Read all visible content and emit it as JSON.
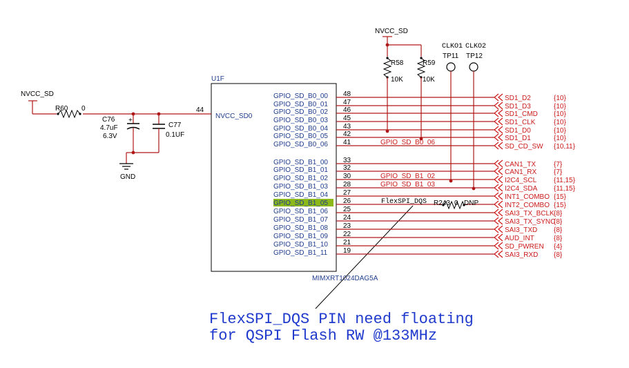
{
  "colors": {
    "wire": "#b01818",
    "ink": "#000000",
    "label": "#1f3d8f",
    "net": "#cc1a1a",
    "highlight": "#8db81a",
    "annotation": "#1f3acc"
  },
  "chip": {
    "ref": "U1F",
    "part": "MIMXRT1024DAG5A",
    "power_pin": "NVCC_SD0",
    "power_pin_num": "44"
  },
  "power": {
    "left_rail": "NVCC_SD",
    "top_rail": "NVCC_SD"
  },
  "components": {
    "r60": {
      "ref": "R60",
      "value": "0"
    },
    "c76": {
      "ref": "C76",
      "value": "4.7uF",
      "voltage": "6.3V"
    },
    "c77": {
      "ref": "C77",
      "value": "0.1UF"
    },
    "gnd": "GND",
    "r58": {
      "ref": "R58",
      "value": "10K"
    },
    "r59": {
      "ref": "R59",
      "value": "10K"
    },
    "r243": {
      "ref": "R243",
      "value": "0",
      "note": "DNP"
    },
    "tp11": {
      "ref": "TP11",
      "net": "CLKO1"
    },
    "tp12": {
      "ref": "TP12",
      "net": "CLKO2"
    }
  },
  "pins": [
    {
      "name": "GPIO_SD_B0_00",
      "num": "48",
      "net": "SD1_D2",
      "ref": "{10}"
    },
    {
      "name": "GPIO_SD_B0_01",
      "num": "47",
      "net": "SD1_D3",
      "ref": "{10}"
    },
    {
      "name": "GPIO_SD_B0_02",
      "num": "46",
      "net": "SD1_CMD",
      "ref": "{10}"
    },
    {
      "name": "GPIO_SD_B0_03",
      "num": "45",
      "net": "SD1_CLK",
      "ref": "{10}"
    },
    {
      "name": "GPIO_SD_B0_04",
      "num": "43",
      "net": "SD1_D0",
      "ref": "{10}"
    },
    {
      "name": "GPIO_SD_B0_05",
      "num": "42",
      "net": "SD1_D1",
      "ref": "{10}"
    },
    {
      "name": "GPIO_SD_B0_06",
      "num": "41",
      "net": "SD_CD_SW",
      "ref": "{10,11}",
      "wire_label": "GPIO_SD_B0_06"
    },
    {
      "name": "GPIO_SD_B1_00",
      "num": "33",
      "net": "CAN1_TX",
      "ref": "{7}"
    },
    {
      "name": "GPIO_SD_B1_01",
      "num": "32",
      "net": "CAN1_RX",
      "ref": "{7}"
    },
    {
      "name": "GPIO_SD_B1_02",
      "num": "30",
      "net": "I2C4_SCL",
      "ref": "{11,15}",
      "wire_label": "GPIO_SD_B1_02"
    },
    {
      "name": "GPIO_SD_B1_03",
      "num": "28",
      "net": "I2C4_SDA",
      "ref": "{11,15}",
      "wire_label": "GPIO_SD_B1_03"
    },
    {
      "name": "GPIO_SD_B1_04",
      "num": "27",
      "net": "INT1_COMBO",
      "ref": "{15}"
    },
    {
      "name": "GPIO_SD_B1_05",
      "num": "26",
      "net": "INT2_COMBO",
      "ref": "{15}",
      "wire_label": "FlexSPI_DQS",
      "highlight": true
    },
    {
      "name": "GPIO_SD_B1_06",
      "num": "25",
      "net": "SAI3_TX_BCLK",
      "ref": "{8}"
    },
    {
      "name": "GPIO_SD_B1_07",
      "num": "24",
      "net": "SAI3_TX_SYNC",
      "ref": "{8}"
    },
    {
      "name": "GPIO_SD_B1_08",
      "num": "23",
      "net": "SAI3_TXD",
      "ref": "{8}"
    },
    {
      "name": "GPIO_SD_B1_09",
      "num": "22",
      "net": "AUD_INT",
      "ref": "{8}"
    },
    {
      "name": "GPIO_SD_B1_10",
      "num": "21",
      "net": "SD_PWREN",
      "ref": "{4}"
    },
    {
      "name": "GPIO_SD_B1_11",
      "num": "19",
      "net": "SAI3_RXD",
      "ref": "{8}"
    }
  ],
  "annotation": {
    "line1": "FlexSPI_DQS PIN need floating",
    "line2": "for QSPI Flash RW @133MHz"
  }
}
